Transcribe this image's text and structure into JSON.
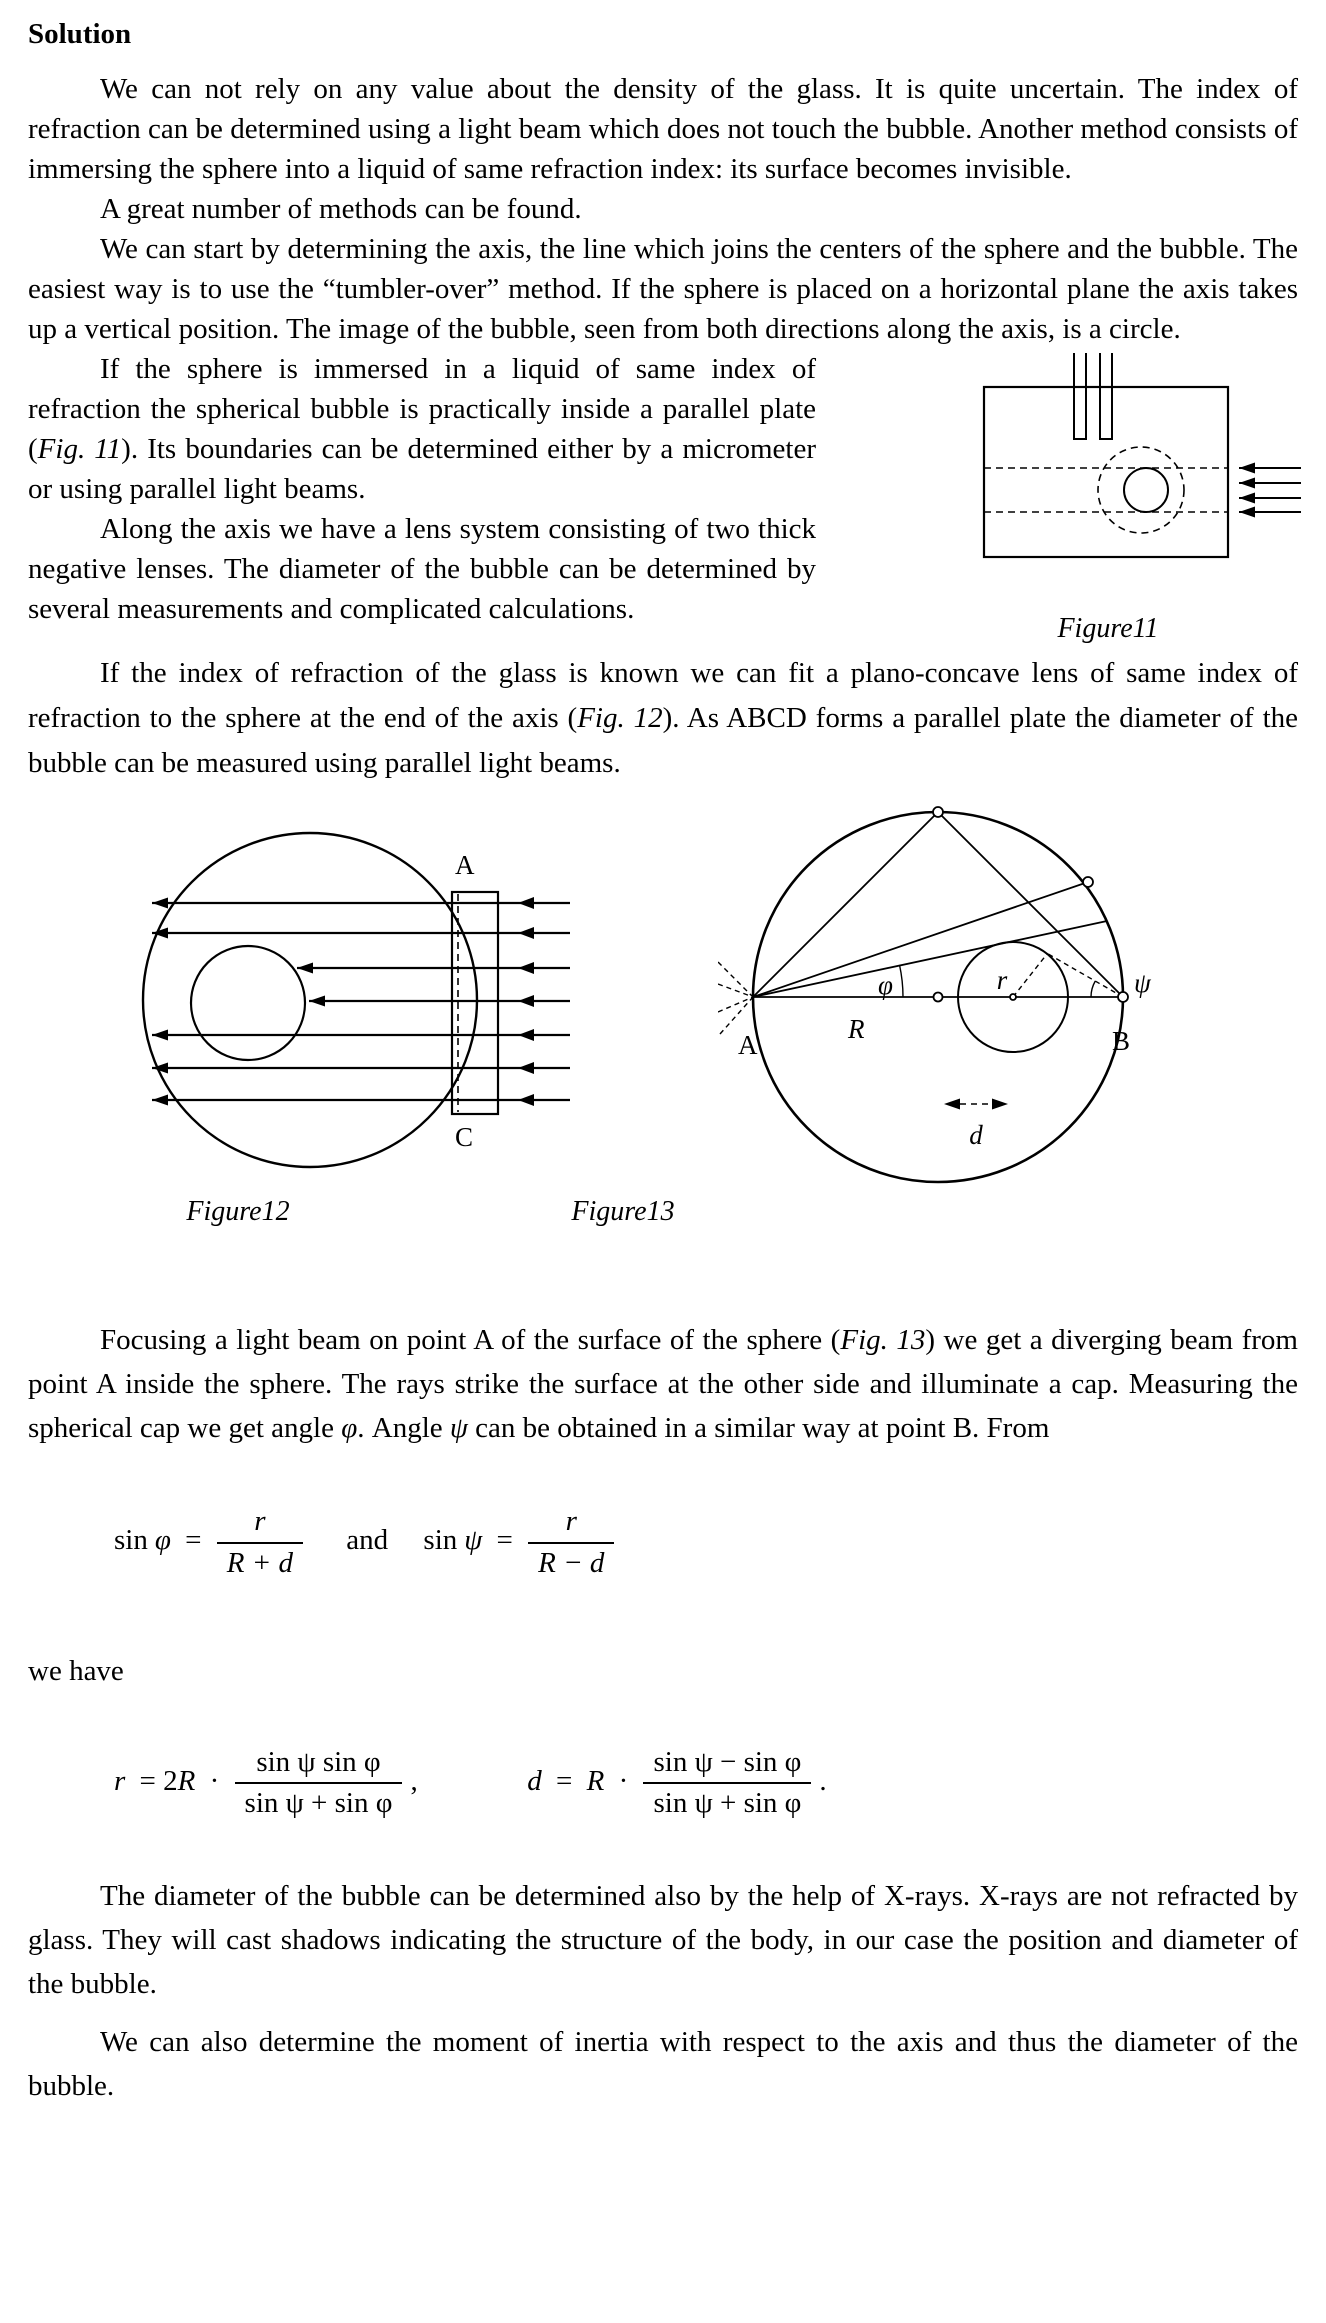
{
  "heading": "Solution",
  "paragraphs": {
    "p1": "We can not rely on any value about the density of the glass. It is quite uncertain. The index of refraction can be determined using a light beam which does not touch the bubble. Another method consists of immersing the sphere into a liquid of same refraction index: its surface becomes invisible.",
    "p2": "A great number of methods can be found.",
    "p3": "We can start by determining the axis, the line which joins the centers of the sphere and the bubble. The easiest way is to use the “tumbler-over” method. If the sphere is placed on a horizontal plane the axis takes up a vertical position. The image of the bubble, seen from both directions along the axis, is a circle.",
    "p4": {
      "s0": "If the sphere is immersed in a liquid of same index of refraction the spherical bubble is practically inside a parallel plate (",
      "s1": "Fig. 11",
      "s2": "). Its boundaries can be determined either by a micrometer or using parallel light beams."
    },
    "p5": "Along the axis we have a lens system consisting of two thick negative lenses. The diameter of the bubble can be determined by several measurements and complicated calculations.",
    "p6": {
      "s0": "If the index of refraction of the glass is known we can fit a plano-concave lens of same index of refraction to the sphere at the end of the axis (",
      "s1": "Fig. 12",
      "s2": "). As ABCD forms a parallel plate the diameter of the bubble can be measured using parallel light beams."
    },
    "p7": {
      "s0": "Focusing a light beam on point A of the surface of the sphere (",
      "s1": "Fig. 13",
      "s2": ") we get a diverging beam from point A inside the sphere. The rays strike the surface at the other side and illuminate a cap. Measuring the spherical cap we get angle ",
      "s3": "φ",
      "s4": ". Angle ",
      "s5": "ψ",
      "s6": " can be obtained in a similar way at point B. From"
    },
    "p8": "we have",
    "p9": "The diameter of the bubble can be determined also by the help of X-rays. X-rays are not refracted by glass. They will cast shadows indicating the structure of the body, in our case the position and diameter of the bubble.",
    "p10": "We can also determine the moment of inertia with respect to the axis and thus the diameter of the bubble."
  },
  "figures": {
    "fig11": {
      "caption": "Figure11"
    },
    "fig12": {
      "caption": "Figure12",
      "labels": {
        "a": "A",
        "c": "C"
      }
    },
    "fig13": {
      "caption": "Figure13",
      "labels": {
        "a": "A",
        "b": "B",
        "big_r": "R",
        "small_r": "r",
        "phi": "φ",
        "psi": "ψ",
        "d": "d"
      }
    }
  },
  "formulas": {
    "f1": {
      "fn1": "sin",
      "v1": "φ",
      "eq1": "=",
      "num1": "r",
      "den1": "R + d",
      "conj": "and",
      "fn2": "sin",
      "v2": "ψ",
      "eq2": "=",
      "num2": "r",
      "den2": "R − d"
    },
    "f2": {
      "v1": "r",
      "eq1": "= 2",
      "v2": "R",
      "dot1": "·",
      "num1": "sin ψ sin φ",
      "den1": "sin ψ + sin φ",
      "comma": ",",
      "v3": "d",
      "eq2": "=",
      "v4": "R",
      "dot2": "·",
      "num2": "sin ψ − sin φ",
      "den2": "sin ψ + sin φ",
      "period": "."
    }
  }
}
